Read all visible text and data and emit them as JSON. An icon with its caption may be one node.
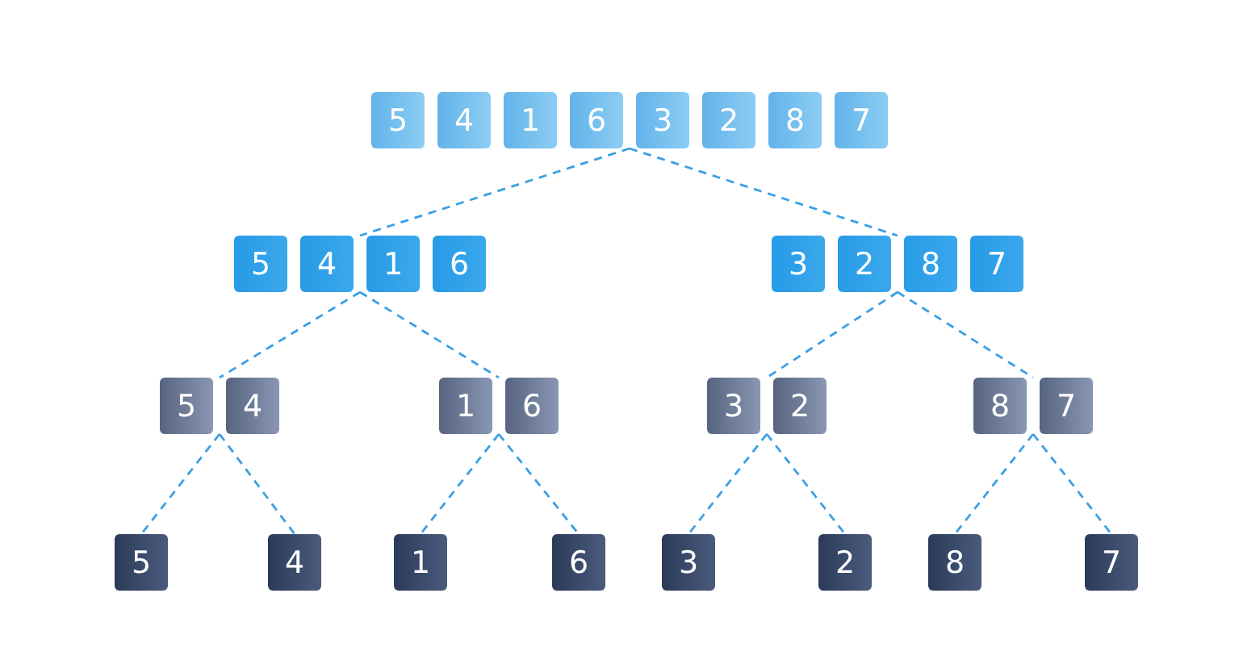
{
  "diagram": {
    "nodes": [
      {
        "text": [
          "5",
          "4",
          "1",
          "6",
          "3",
          "2",
          "8",
          "7"
        ]
      },
      {
        "text": [
          "5",
          "4",
          "1",
          "6"
        ]
      },
      {
        "text": [
          "3",
          "2",
          "8",
          "7"
        ]
      },
      {
        "text": [
          "5",
          "4"
        ]
      },
      {
        "text": [
          "1",
          "6"
        ]
      },
      {
        "text": [
          "3",
          "2"
        ]
      },
      {
        "text": [
          "8",
          "7"
        ]
      },
      {
        "text": [
          "5"
        ]
      },
      {
        "text": [
          "4"
        ]
      },
      {
        "text": [
          "1"
        ]
      },
      {
        "text": [
          "6"
        ]
      },
      {
        "text": [
          "3"
        ]
      },
      {
        "text": [
          "2"
        ]
      },
      {
        "text": [
          "8"
        ]
      },
      {
        "text": [
          "7"
        ]
      }
    ],
    "edges": [
      {
        "from": 0,
        "to": 1,
        "arrow": "none",
        "style": "dashed"
      },
      {
        "from": 0,
        "to": 2,
        "arrow": "none",
        "style": "dashed"
      },
      {
        "from": 1,
        "to": 3,
        "arrow": "none",
        "style": "dashed"
      },
      {
        "from": 1,
        "to": 4,
        "arrow": "none",
        "style": "dashed"
      },
      {
        "from": 2,
        "to": 5,
        "arrow": "none",
        "style": "dashed"
      },
      {
        "from": 2,
        "to": 6,
        "arrow": "none",
        "style": "dashed"
      },
      {
        "from": 3,
        "to": 7,
        "arrow": "none",
        "style": "dashed"
      },
      {
        "from": 3,
        "to": 8,
        "arrow": "none",
        "style": "dashed"
      },
      {
        "from": 4,
        "to": 9,
        "arrow": "none",
        "style": "dashed"
      },
      {
        "from": 4,
        "to": 10,
        "arrow": "none",
        "style": "dashed"
      },
      {
        "from": 5,
        "to": 11,
        "arrow": "none",
        "style": "dashed"
      },
      {
        "from": 5,
        "to": 12,
        "arrow": "none",
        "style": "dashed"
      },
      {
        "from": 6,
        "to": 13,
        "arrow": "none",
        "style": "dashed"
      },
      {
        "from": 6,
        "to": 14,
        "arrow": "none",
        "style": "dashed"
      }
    ]
  }
}
